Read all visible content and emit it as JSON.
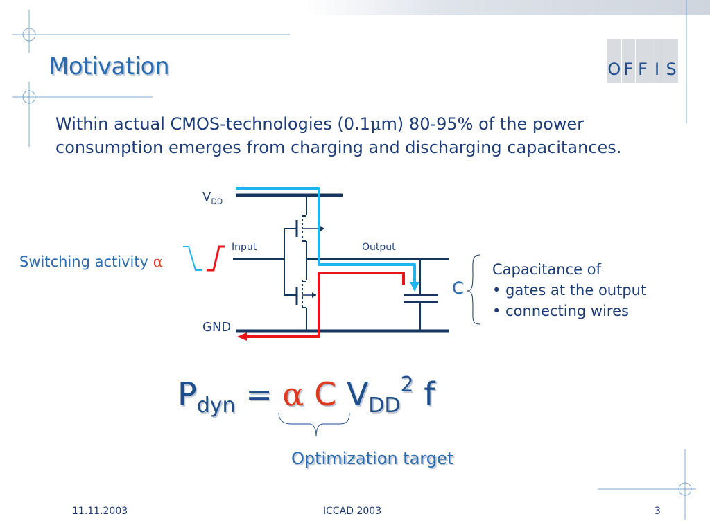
{
  "slide": {
    "title": "Motivation",
    "logo_letters": [
      "O",
      "F",
      "F",
      "I",
      "S"
    ],
    "intro_line1": "Within actual CMOS-technologies (0.1",
    "intro_mu": "μ",
    "intro_line1_end": "m) 80-95% of the power",
    "intro_line2": "consumption emerges from charging and discharging capacitances."
  },
  "circuit": {
    "vdd": "V",
    "vdd_sub": "DD",
    "gnd": "GND",
    "input_label": "Input",
    "output_label": "Output",
    "c_label": "C",
    "switching_label": "Switching activity",
    "alpha": "α",
    "capacitance_title": "Capacitance of",
    "capacitance_items": [
      "• gates at the output",
      "• connecting wires"
    ],
    "colors": {
      "charge": "#1fb6f0",
      "discharge": "#e8151b",
      "wire": "#17365d"
    }
  },
  "formula": {
    "p": "P",
    "p_sub": "dyn",
    "equals": "=",
    "alpha": "α",
    "c": "C",
    "v": "V",
    "v_sub": "DD",
    "v_sup": "2",
    "f": "f",
    "optimization_target": "Optimization target"
  },
  "footer": {
    "date": "11.11.2003",
    "conference": "ICCAD 2003",
    "page": "3"
  }
}
